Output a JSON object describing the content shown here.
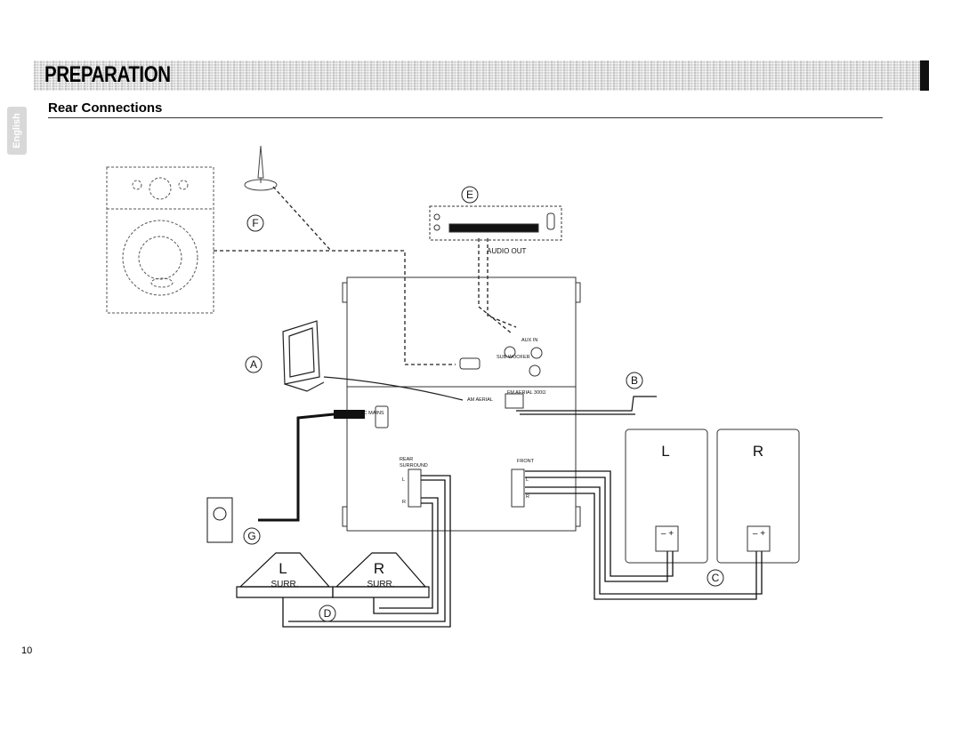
{
  "header": {
    "title": "PREPARATION",
    "side_tab": "English"
  },
  "section": {
    "title": "Rear Connections"
  },
  "callouts": {
    "a": "A",
    "b": "B",
    "c": "C",
    "d": "D",
    "e": "E",
    "f": "F",
    "g": "G"
  },
  "labels": {
    "audio_out": "AUDIO OUT",
    "aux_in": "AUX IN",
    "sub_woofer": "SUB WOOFER",
    "am_aerial": "AM AERIAL",
    "fm_aerial": "FM AERIAL 300Ω",
    "ac_mains": "AC MAINS",
    "rear_surround_1": "REAR",
    "rear_surround_2": "SURROUND",
    "front": "FRONT",
    "pin_l": "L",
    "pin_r": "R",
    "pin_plus": "+",
    "pin_minus": "–"
  },
  "speakers": {
    "front_left": "L",
    "front_right": "R",
    "surround_left": "L",
    "surround_right": "R",
    "surround_sub": "SURR.",
    "terminal_polarity": "– +"
  },
  "page_number": "10"
}
